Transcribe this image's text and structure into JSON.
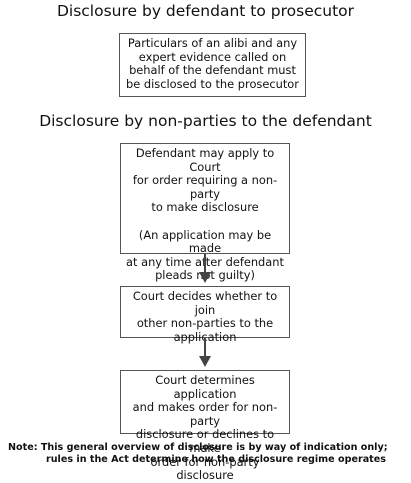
{
  "section1": {
    "heading": "Disclosure by defendant to prosecutor",
    "box": "Particulars of an alibi and any\nexpert evidence called on\nbehalf of the defendant must\nbe disclosed to the prosecutor"
  },
  "section2": {
    "heading": "Disclosure by non-parties to the defendant",
    "box1": "Defendant may apply to Court\nfor order requiring a non-party\nto make disclosure\n\n(An application may be made\nat any time after defendant\npleads not guilty)",
    "box2": "Court decides whether to join\nother non-parties to the\napplication",
    "box3": "Court determines application\nand makes order for non-party\ndisclosure or declines to make\norder for non-party disclosure"
  },
  "note": {
    "line1": "Note: This general overview of disclosure is by way of indication only;",
    "line2": "rules in the Act determine how the disclosure regime operates"
  }
}
